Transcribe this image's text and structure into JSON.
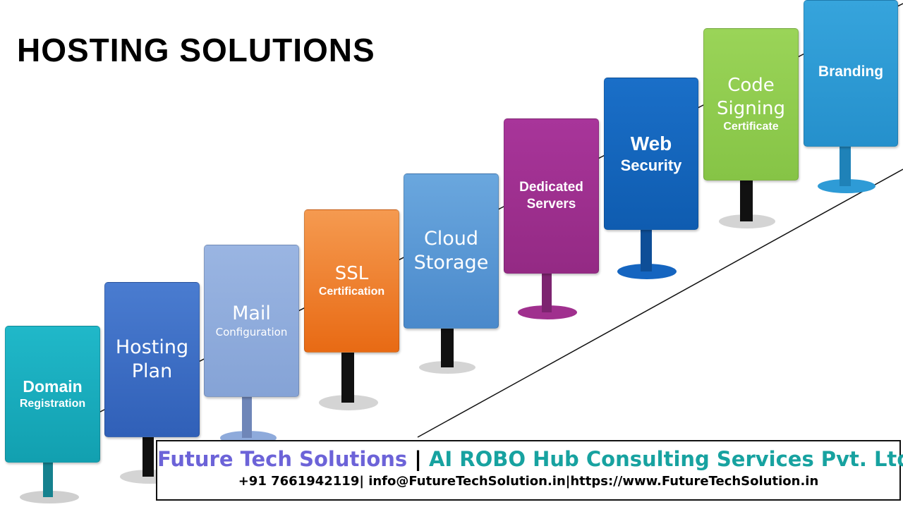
{
  "title": "HOSTING SOLUTIONS",
  "colors": {
    "domain": "#1aa7b8",
    "hosting": "#3f6ec6",
    "mail": "#8eaadb",
    "ssl": "#ed7d31",
    "cloud": "#5b9bd5",
    "dedicated": "#a0308e",
    "web": "#1565c0",
    "code": "#92d050",
    "branding": "#2e9bd6",
    "company": "#6c63d8",
    "robo": "#17a2a0"
  },
  "boards": [
    {
      "line1": "Domain",
      "line2": "Registration"
    },
    {
      "line1": "Hosting",
      "line2": "Plan"
    },
    {
      "line1": "Mail",
      "line2": "Configuration"
    },
    {
      "line1": "SSL",
      "line2": "Certification"
    },
    {
      "line1": "Cloud",
      "line2": "Storage"
    },
    {
      "line1": "Dedicated",
      "line2": "Servers"
    },
    {
      "line1": "Web",
      "line2": "Security"
    },
    {
      "line1": "Code\nSigning",
      "line2": "Certificate"
    },
    {
      "line1": "Branding",
      "line2": ""
    }
  ],
  "footer": {
    "company": "Future Tech Solutions",
    "separator": " | ",
    "consulting": "AI ROBO Hub Consulting Services Pvt. Ltd",
    "contact": "+91 7661942119| info@FutureTechSolution.in|https://www.FutureTechSolution.in"
  }
}
